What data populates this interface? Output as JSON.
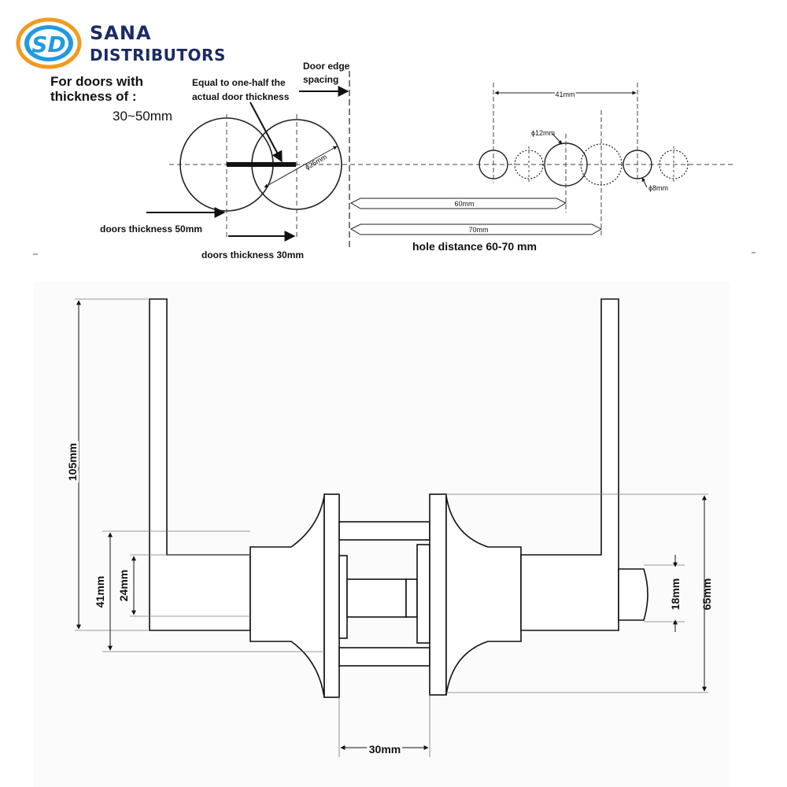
{
  "brand": {
    "monogram": "SD",
    "name_line1": "SANA",
    "name_line2": "DISTRIBUTORS",
    "colors": {
      "ring_orange": "#f39a1e",
      "ring_blue": "#1f9be0",
      "navy": "#1b2b63"
    }
  },
  "top_diagram": {
    "door_thickness_heading": "For doors with thickness of :",
    "thickness_range": "30~50mm",
    "half_thickness_note": "Equal to one-half the actual door thickness",
    "door_edge_spacing": "Door edge spacing",
    "bore_diameter": "ϕ25mm",
    "doors_thickness_50": "doors thickness 50mm",
    "doors_thickness_30": "doors thickness 30mm",
    "dim_41": "41mm",
    "dim_12": "ϕ12mm",
    "dim_8": "ϕ8mm",
    "dim_60": "60mm",
    "dim_70": "70mm",
    "hole_distance": "hole distance 60-70 mm"
  },
  "bottom_diagram": {
    "dim_105": "105mm",
    "dim_41": "41mm",
    "dim_24": "24mm",
    "dim_30": "30mm",
    "dim_18": "18mm",
    "dim_65": "65mm"
  }
}
